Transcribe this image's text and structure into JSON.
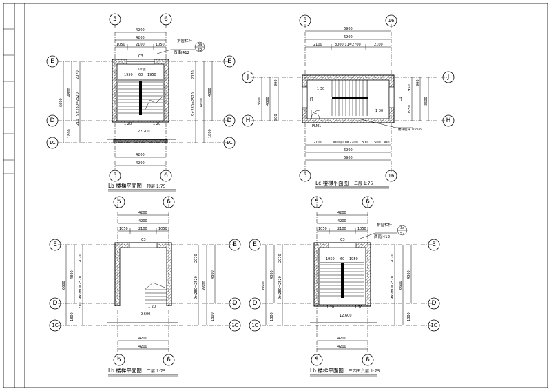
{
  "plans": [
    {
      "title": "Lb 楼梯平面图",
      "scale": " 顶层 1:75",
      "axis_top": [
        "5",
        "6"
      ],
      "axis_side": [
        "E",
        "D",
        "1C"
      ],
      "dims_top": [
        "4200",
        "4200",
        "1050",
        "2100",
        "1050"
      ],
      "dims_bottom": [
        "4200",
        "4200"
      ],
      "dims_side": [
        "6600",
        "4800",
        "2070",
        "9×280=2520",
        "1800",
        "210",
        "1800"
      ],
      "labels": [
        "C3",
        "1950",
        "60",
        "1950",
        "140宽",
        "1 20",
        "1 20",
        "22.200"
      ],
      "note_a": "护窗栏杆",
      "note_b": "西南J412",
      "ref_num": "3a",
      "ref_den": "52"
    },
    {
      "title": "Lb 楼梯平面图",
      "scale": " 二层 1:75",
      "axis_top": [
        "5",
        "6"
      ],
      "axis_side": [
        "E",
        "D",
        "1C"
      ],
      "dims_top": [
        "4200",
        "4200",
        "1050",
        "2100",
        "1050"
      ],
      "dims_bottom": [
        "4200",
        "4200"
      ],
      "dims_side": [
        "6600",
        "4800",
        "2070",
        "9×280=2520",
        "1800",
        "210",
        "1800"
      ],
      "labels": [
        "C3",
        "1 20",
        "9.600"
      ]
    },
    {
      "title": "Lb 楼梯平面图",
      "scale": " 三四五六层 1:75",
      "axis_top": [
        "5",
        "6"
      ],
      "axis_side": [
        "E",
        "D",
        "1C"
      ],
      "dims_top": [
        "4200",
        "4200",
        "1050",
        "2100",
        "1050"
      ],
      "dims_bottom": [
        "4200",
        "4200"
      ],
      "dims_side": [
        "6600",
        "4800",
        "2070",
        "9×280=2520",
        "1800",
        "210",
        "1800"
      ],
      "labels": [
        "C3",
        "1950",
        "60",
        "1950",
        "1 20",
        "1 20",
        "12.600"
      ],
      "note_a": "护窗栏杆",
      "note_b": "西南J412",
      "ref_num": "3a",
      "ref_den": "52"
    },
    {
      "title": "Lc 楼梯平面图",
      "scale": " 二层 1:75",
      "axis_top": [
        "5",
        "16"
      ],
      "axis_side": [
        "J",
        "H"
      ],
      "dims_top": [
        "6900",
        "6900",
        "2100",
        "3000/11=2700",
        "2100"
      ],
      "dims_bottom": [
        "2100",
        "3000/11=2700",
        "300",
        "1500",
        "300",
        "6900",
        "6900"
      ],
      "dims_side": [
        "3600",
        "4800",
        "900",
        "900",
        "1950",
        "1950",
        "3600",
        "900"
      ],
      "labels": [
        "C1",
        "C1",
        "1 30",
        "1 30",
        "PLM1"
      ],
      "note_a": "楼梯栏杆 10mm"
    }
  ]
}
